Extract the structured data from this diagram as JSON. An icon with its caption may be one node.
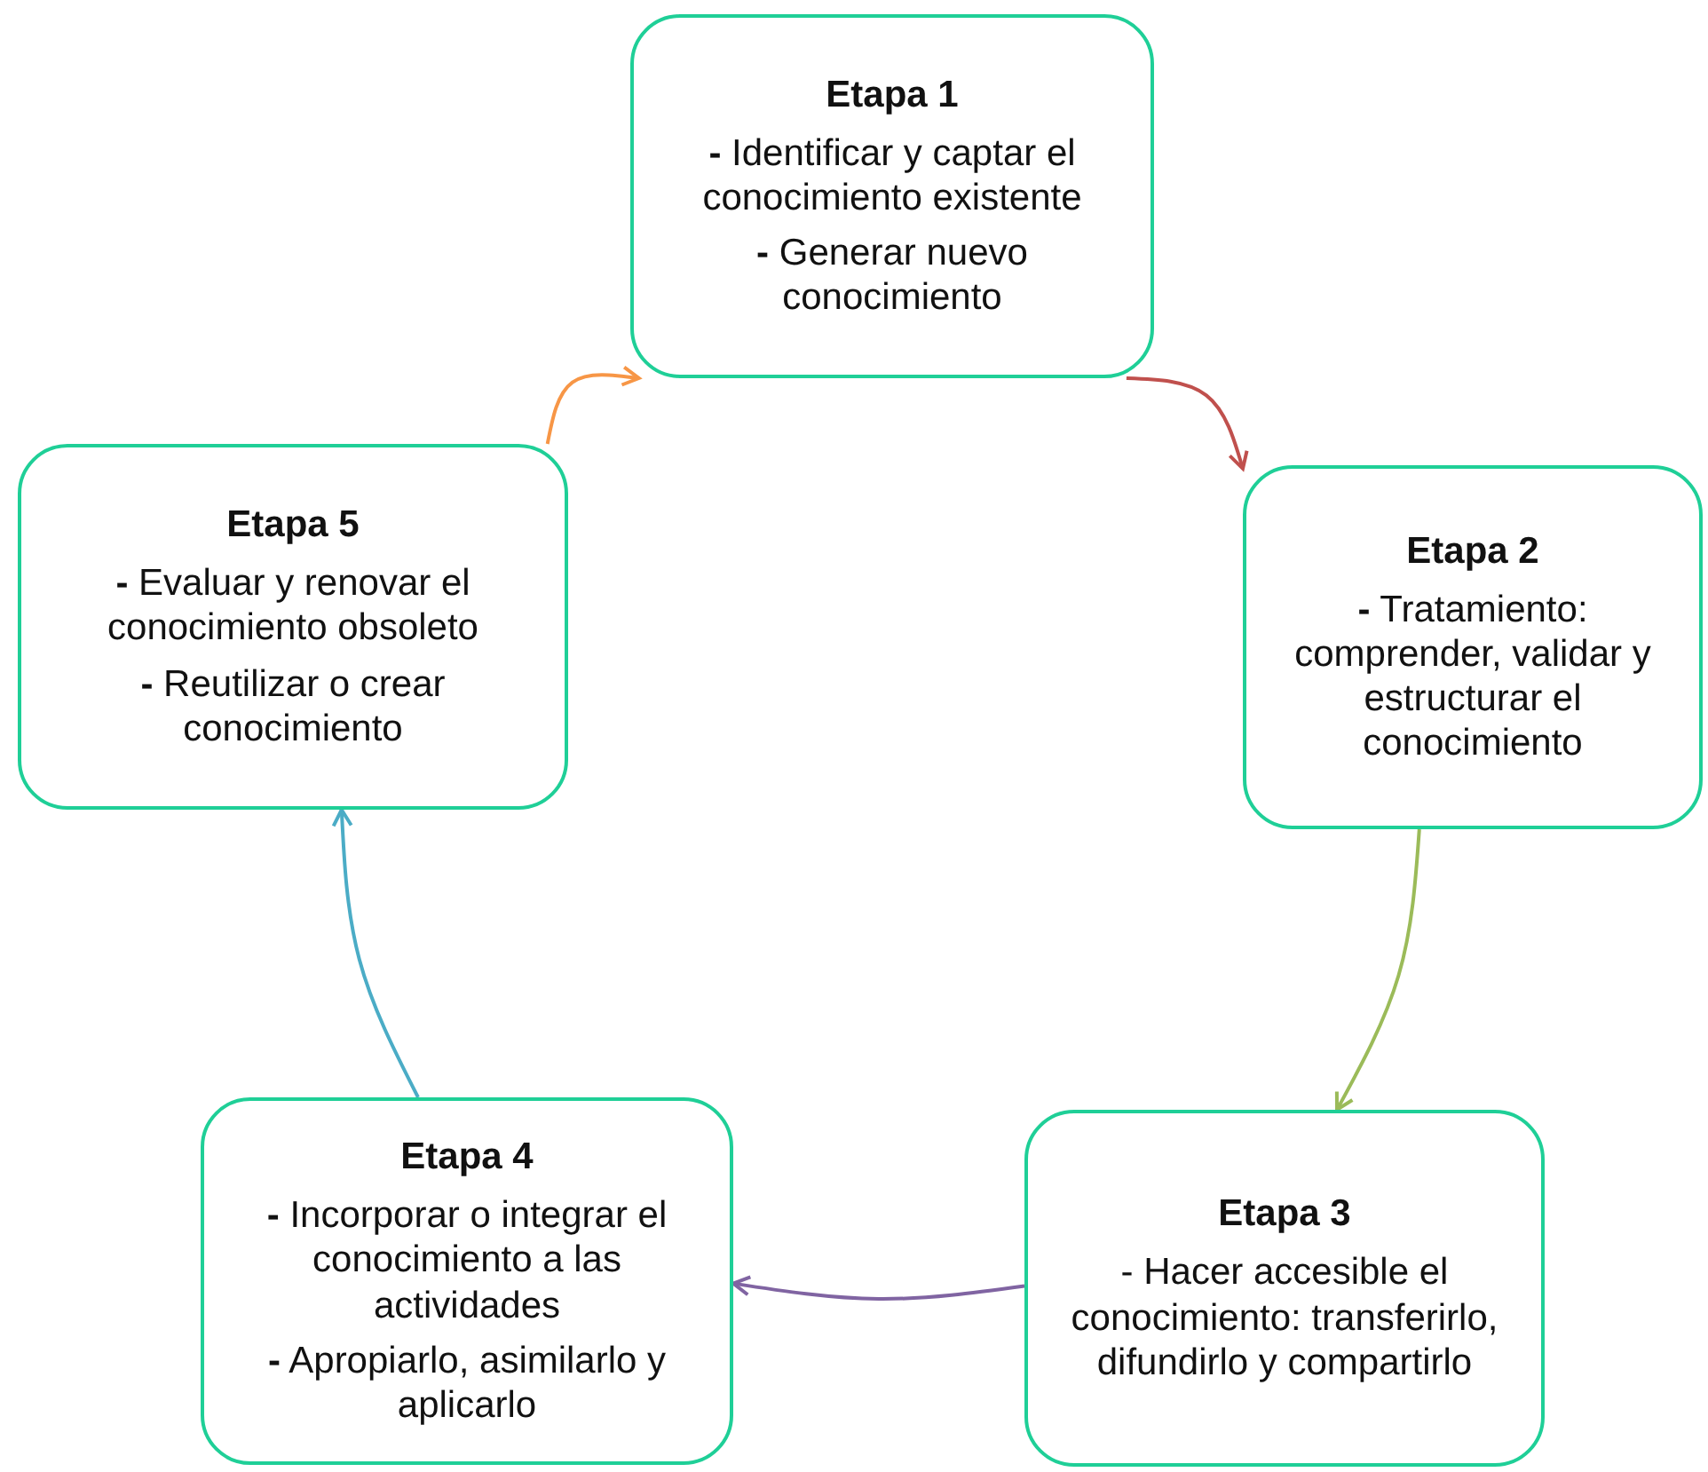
{
  "diagram": {
    "nodes": [
      {
        "text": [
          "Etapa 1",
          "**-** Identificar y captar el conocimiento existente",
          "**-** Generar nuevo conocimiento"
        ]
      },
      {
        "text": [
          "Etapa 2",
          "**-** Tratamiento: comprender, validar y estructurar el conocimiento"
        ]
      },
      {
        "text": [
          "Etapa 3",
          "- Hacer accesible el conocimiento: transferirlo, difundirlo y compartirlo"
        ]
      },
      {
        "text": [
          "Etapa 4",
          "**-** Incorporar o integrar el conocimiento a las actividades",
          "**-** Apropiarlo, asimilarlo y aplicarlo"
        ]
      },
      {
        "text": [
          "Etapa 5",
          "**-** Evaluar y renovar el conocimiento obsoleto",
          "**-** Reutilizar o crear conocimiento"
        ]
      }
    ],
    "edges": [
      {
        "from": 0,
        "to": 1,
        "arrow": "to",
        "color": "#c0504d"
      },
      {
        "from": 1,
        "to": 2,
        "arrow": "to",
        "color": "#9bbb59"
      },
      {
        "from": 2,
        "to": 3,
        "arrow": "to",
        "color": "#8064a2"
      },
      {
        "from": 3,
        "to": 4,
        "arrow": "to",
        "color": "#4bacc6"
      },
      {
        "from": 4,
        "to": 0,
        "arrow": "to",
        "color": "#f79646"
      }
    ]
  }
}
